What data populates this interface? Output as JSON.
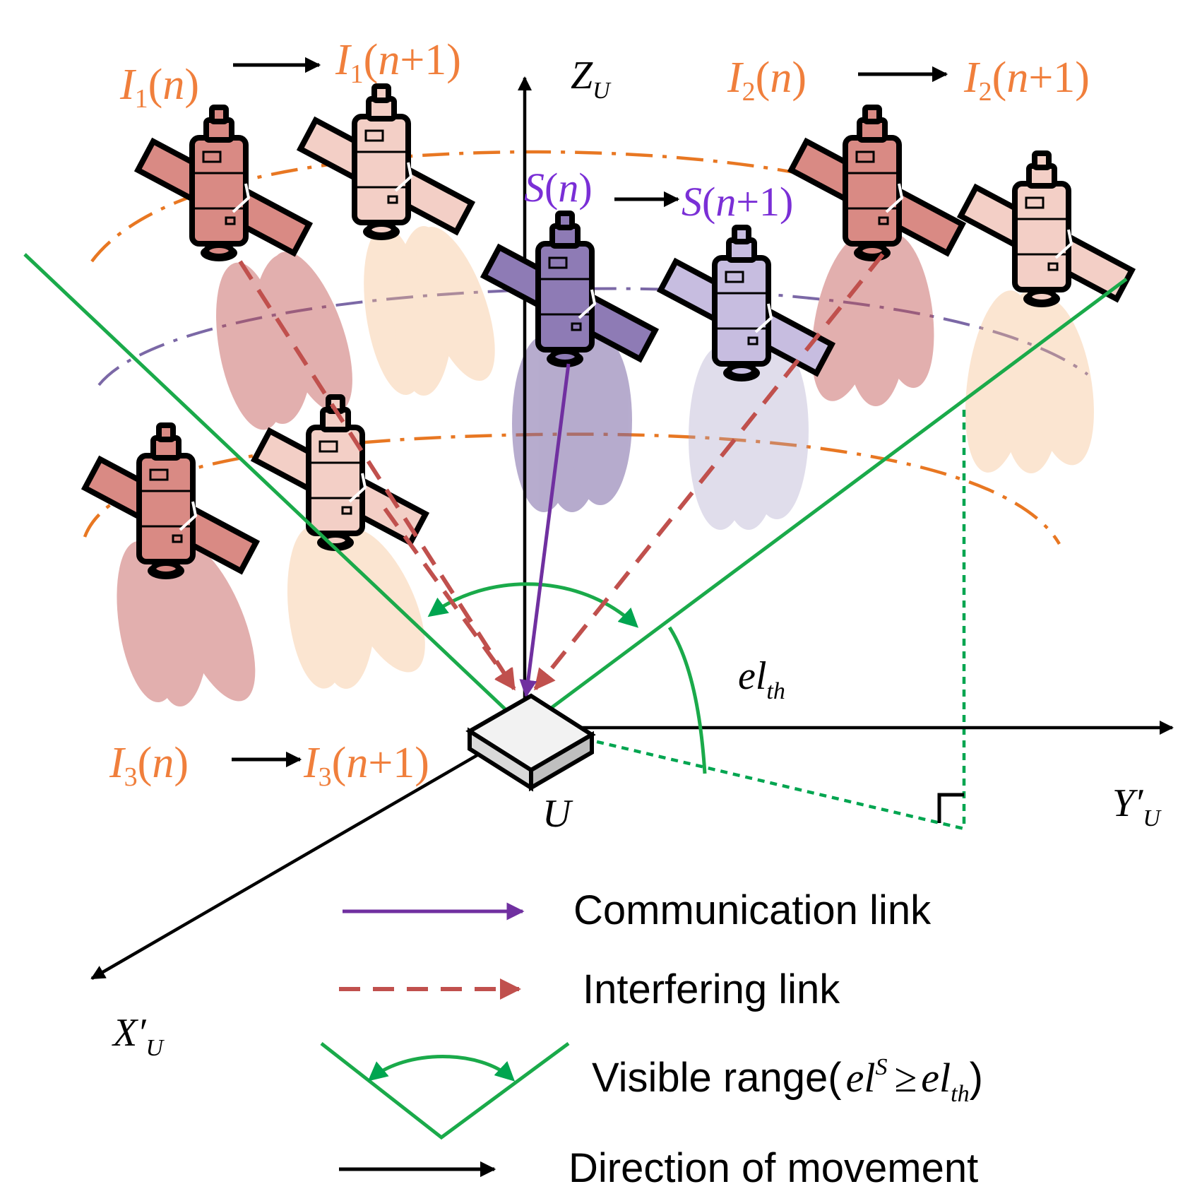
{
  "labels": {
    "i1_n": {
      "sym": "I",
      "sub": "1",
      "arg": "n",
      "inc": ""
    },
    "i1_n1": {
      "sym": "I",
      "sub": "1",
      "arg": "n",
      "inc": "+1"
    },
    "i2_n": {
      "sym": "I",
      "sub": "2",
      "arg": "n",
      "inc": ""
    },
    "i2_n1": {
      "sym": "I",
      "sub": "2",
      "arg": "n",
      "inc": "+1"
    },
    "i3_n": {
      "sym": "I",
      "sub": "3",
      "arg": "n",
      "inc": ""
    },
    "i3_n1": {
      "sym": "I",
      "sub": "3",
      "arg": "n",
      "inc": "+1"
    },
    "s_n": {
      "sym": "S",
      "arg": "n",
      "inc": ""
    },
    "s_n1": {
      "sym": "S",
      "arg": "n",
      "inc": "+1"
    },
    "z_axis": {
      "sym": "Z",
      "sub": "U"
    },
    "y_axis": {
      "sym": "Y′",
      "sub": "U"
    },
    "x_axis": {
      "sym": "X′",
      "sub": "U"
    },
    "user": "U",
    "el_th": {
      "sym": "el",
      "sub": "th"
    }
  },
  "legend": {
    "communication": "Communication link",
    "interfering": "Interfering link",
    "visible_prefix": "Visible range(",
    "visible_el": "el",
    "visible_sup": "S",
    "visible_ge": "≥",
    "visible_el2": "el",
    "visible_sub": "th",
    "visible_suffix": ")",
    "direction": "Direction of movement"
  },
  "colors": {
    "interferer_text": "#f07f3c",
    "serving_text": "#7a2fd6",
    "communication_link": "#7030a0",
    "interfering_link": "#c0504d",
    "visible_range": "#1aaa4a",
    "axis": "#000000",
    "orbit": "#e87722",
    "serving_orbit": "#7b68a6",
    "satellite_red": "#d98a84",
    "satellite_pink": "#f3cfc6",
    "satellite_purple": "#8e7bb5",
    "satellite_lilac": "#c7bde0",
    "beam_orange": "#fad7b4"
  }
}
